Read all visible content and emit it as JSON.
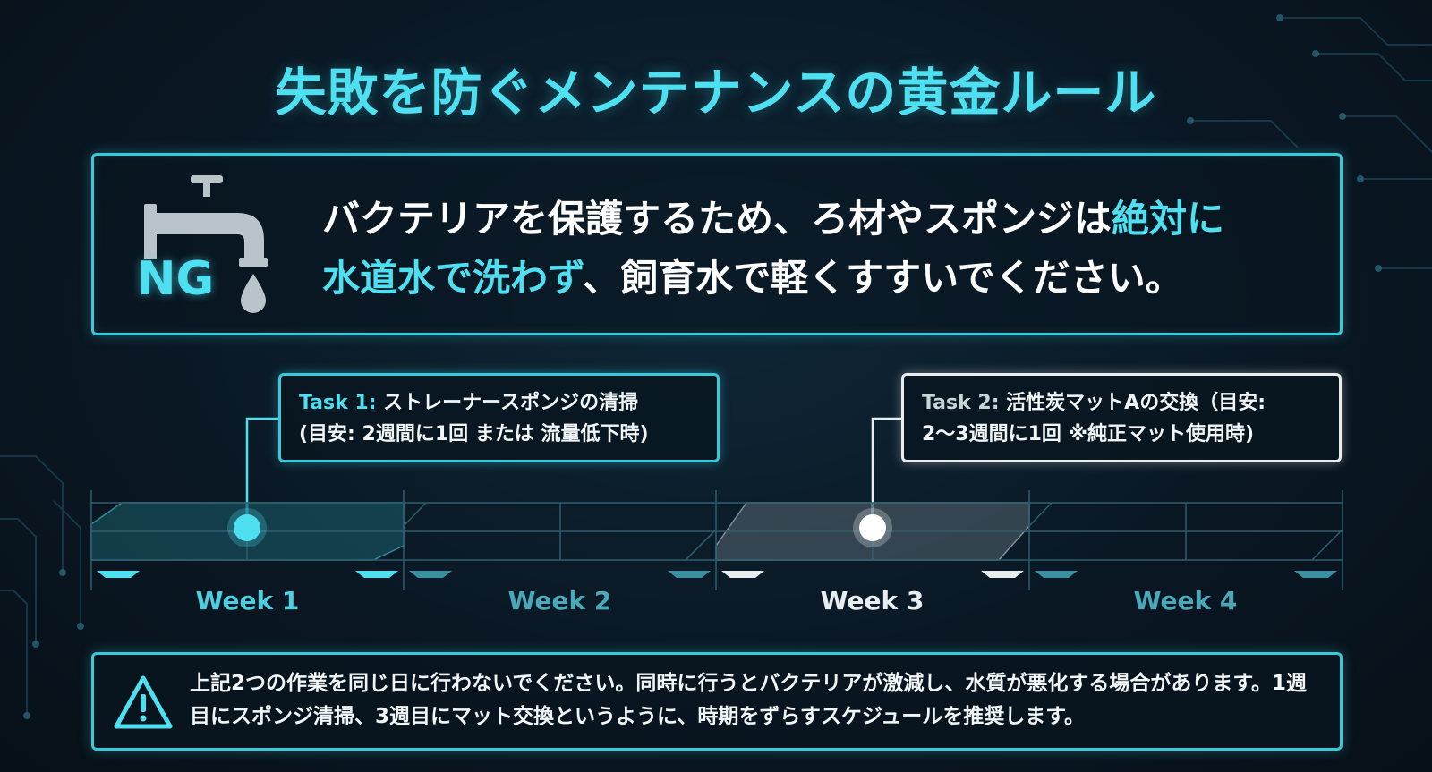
{
  "title": "失敗を防ぐメンテナンスの黄金ルール",
  "ng_box": {
    "icon": "faucet-icon",
    "badge": "NG",
    "message_part1": "バクテリアを保護するため、ろ材やスポンジは",
    "message_highlight1": "絶対に",
    "message_highlight2": "水道水で洗わず",
    "message_part2": "、飼育水で軽くすすいでください。"
  },
  "tasks": [
    {
      "label": "Task 1:",
      "line1": " ストレーナースポンジの清掃",
      "line2": "(目安: 2週間に1回 または 流量低下時)"
    },
    {
      "label": "Task 2:",
      "line1": " 活性炭マットAの交換（目安:",
      "line2": "2〜3週間に1回 ※純正マット使用時)"
    }
  ],
  "weeks": [
    "Week 1",
    "Week 2",
    "Week 3",
    "Week 4"
  ],
  "warning": {
    "icon": "warning-triangle-icon",
    "text": "上記2つの作業を同じ日に行わないでください。同時に行うとバクテリアが激減し、水質が悪化する場合があります。1週目にスポンジ清掃、3週目にマット交換というように、時期をずらすスケジュールを推奨します。"
  },
  "colors": {
    "accent": "#4ee0f0",
    "highlight_white": "#e8eef0",
    "background": "#0a1824"
  }
}
